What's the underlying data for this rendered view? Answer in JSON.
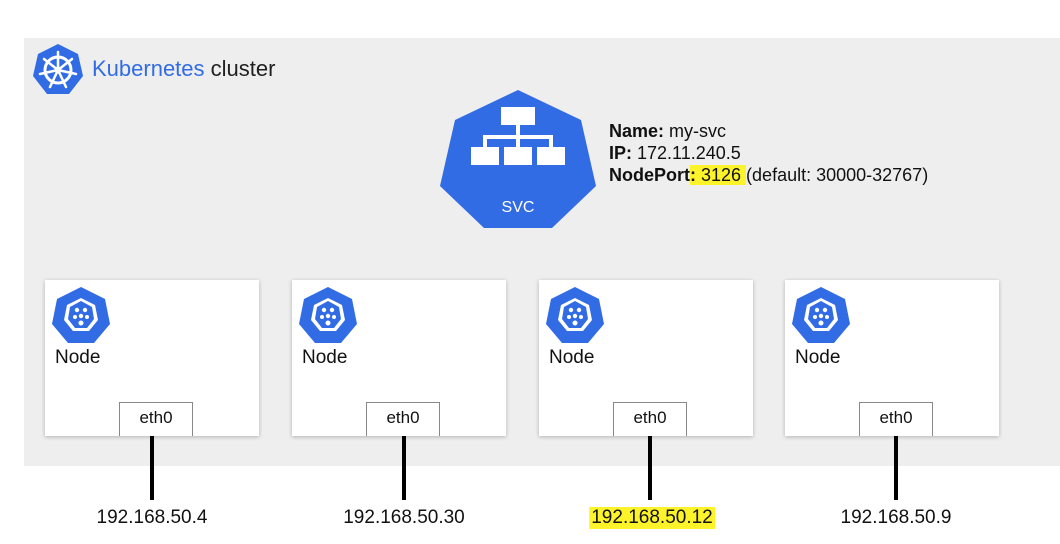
{
  "cluster": {
    "title_prefix": "Kubernetes",
    "title_suffix": " cluster",
    "logo_icon": "kubernetes-helm-icon",
    "accent_color": "#326ce5",
    "background_color": "#eeeeee"
  },
  "service": {
    "icon": "service-hierarchy-icon",
    "label": "SVC",
    "name_key": "Name:",
    "name_value": " my-svc",
    "ip_key": "IP:",
    "ip_value": " 172.11.240.5",
    "nodeport_key": "NodePort",
    "nodeport_colon": ":",
    "nodeport_value": " 3126 ",
    "nodeport_default": "(default: 30000-32767)"
  },
  "nodes": [
    {
      "label": "Node",
      "interface": "eth0",
      "ip": "192.168.50.4",
      "highlighted": false
    },
    {
      "label": "Node",
      "interface": "eth0",
      "ip": "192.168.50.30",
      "highlighted": false
    },
    {
      "label": "Node",
      "interface": "eth0",
      "ip": "192.168.50.12",
      "highlighted": true
    },
    {
      "label": "Node",
      "interface": "eth0",
      "ip": "192.168.50.9",
      "highlighted": false
    }
  ],
  "colors": {
    "highlight": "#fdf32a",
    "icon_blue": "#326ce5"
  }
}
